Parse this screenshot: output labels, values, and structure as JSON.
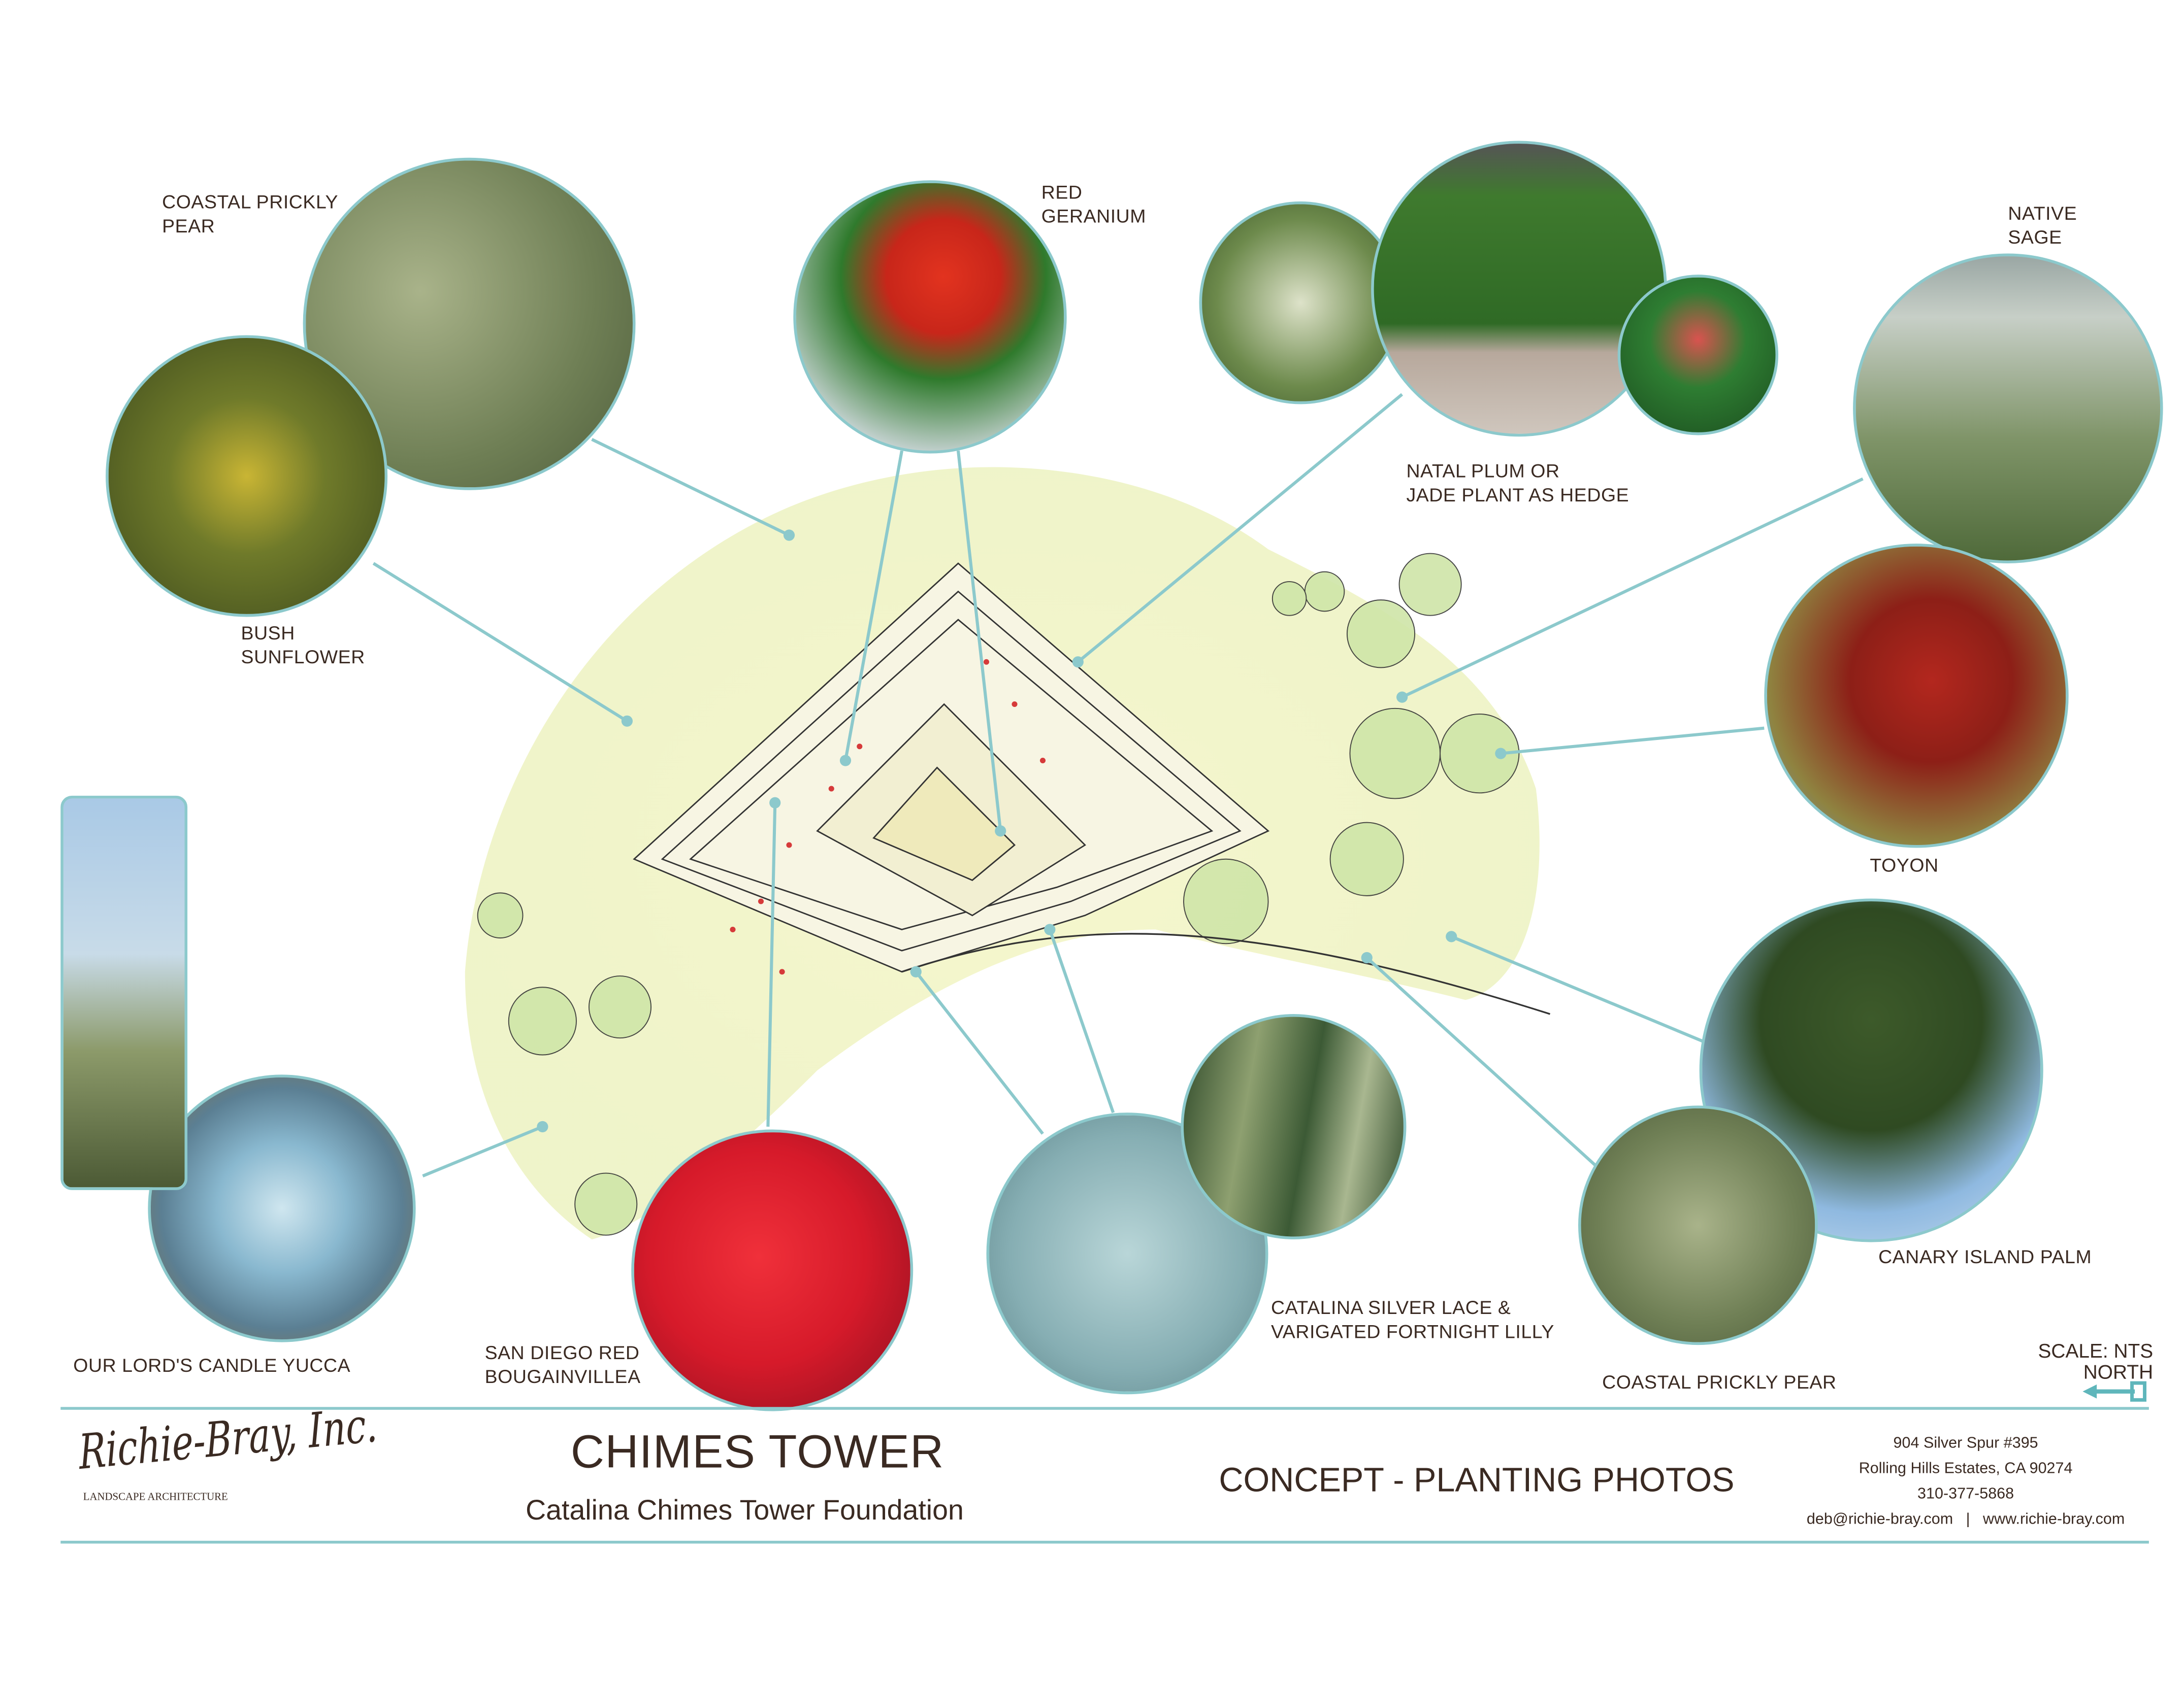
{
  "labels": {
    "coastal_prickly_pear_top": [
      "COASTAL PRICKLY",
      "PEAR"
    ],
    "bush_sunflower": [
      "BUSH",
      "SUNFLOWER"
    ],
    "red_geranium": [
      "RED",
      "GERANIUM"
    ],
    "natal_plum": [
      "NATAL PLUM OR",
      "JADE PLANT AS HEDGE"
    ],
    "native_sage": [
      "NATIVE",
      "SAGE"
    ],
    "toyon": "TOYON",
    "canary_island_palm": "CANARY ISLAND PALM",
    "coastal_prickly_pear_bottom": "COASTAL PRICKLY PEAR",
    "catalina_silver_lace": [
      "CATALINA SILVER LACE &",
      "VARIGATED FORTNIGHT LILLY"
    ],
    "bougainvillea": [
      "SAN DIEGO RED",
      "BOUGAINVILLEA"
    ],
    "yucca": "OUR LORD'S CANDLE YUCCA"
  },
  "scale": {
    "line1": "SCALE: NTS",
    "line2": "NORTH"
  },
  "footer": {
    "logo_name": "Richie-Bray, Inc.",
    "logo_sub": "LANDSCAPE ARCHITECTURE",
    "title": "CHIMES TOWER",
    "subtitle": "Catalina Chimes Tower Foundation",
    "sheet_title": "CONCEPT - PLANTING PHOTOS",
    "address1": "904 Silver Spur #395",
    "address2": "Rolling Hills Estates, CA 90274",
    "phone": "310-377-5868",
    "email": "deb@richie-bray.com",
    "separator": "|",
    "website": "www.richie-bray.com"
  },
  "colors": {
    "accent": "#8cc9cc",
    "text": "#3a2a22"
  }
}
